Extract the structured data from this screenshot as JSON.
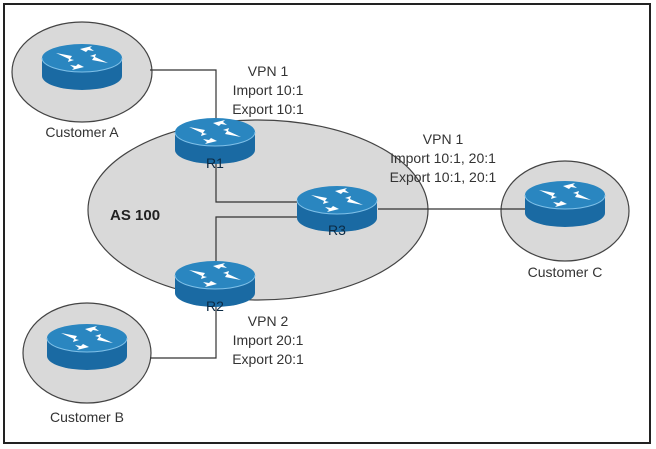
{
  "diagram": {
    "as_label": "AS 100",
    "colors": {
      "router_top": "#2a86c0",
      "router_side": "#1a6aa3",
      "cloud_fill": "#d9d9d9",
      "line": "#333333"
    },
    "routers": [
      {
        "id": "R1",
        "label": "R1"
      },
      {
        "id": "R2",
        "label": "R2"
      },
      {
        "id": "R3",
        "label": "R3"
      }
    ],
    "customers": [
      {
        "id": "A",
        "label": "Customer A"
      },
      {
        "id": "B",
        "label": "Customer B"
      },
      {
        "id": "C",
        "label": "Customer C"
      }
    ],
    "vpn_labels": {
      "r1": {
        "vpn": "VPN 1",
        "import": "Import 10:1",
        "export": "Export 10:1"
      },
      "r3": {
        "vpn": "VPN 1",
        "import": "Import 10:1, 20:1",
        "export": "Export 10:1, 20:1"
      },
      "r2": {
        "vpn": "VPN 2",
        "import": "Import 20:1",
        "export": "Export 20:1"
      }
    }
  }
}
